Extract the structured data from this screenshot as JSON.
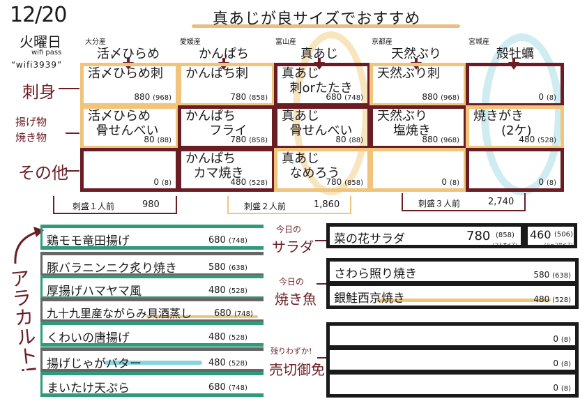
{
  "header": {
    "date": "12/20",
    "weekday": "火曜日",
    "wifi_label": "wifi pass",
    "wifi_password": "“wifi3939”",
    "title": "真あじが良サイズでおすすめ"
  },
  "fish": [
    {
      "origin": "大分産",
      "name": "活〆ひらめ"
    },
    {
      "origin": "愛媛産",
      "name": "かんぱち"
    },
    {
      "origin": "富山産",
      "name": "真あじ"
    },
    {
      "origin": "京都産",
      "name": "天然ぶり"
    },
    {
      "origin": "宮城産",
      "name": "殻牡蠣"
    }
  ],
  "row_labels": {
    "sashimi": "刺身",
    "fried_grilled": "揚げ物\n焼き物",
    "other": "その他"
  },
  "grid": {
    "sashimi": [
      {
        "dish": "活〆ひらめ刺",
        "price": "880",
        "tax": "(968)"
      },
      {
        "dish": "かんぱち刺",
        "price": "780",
        "tax": "(858)"
      },
      {
        "dish": "真あじ\n  刺orたたき",
        "price": "680",
        "tax": "(748)"
      },
      {
        "dish": "天然ぶり刺",
        "price": "880",
        "tax": "(968)"
      },
      {
        "dish": "",
        "price": "0",
        "tax": "(8)"
      }
    ],
    "fried_grilled": [
      {
        "dish": "活〆ひらめ\n  骨せんべい",
        "price": "80",
        "tax": "(88)"
      },
      {
        "dish": "かんぱち\n      フライ",
        "price": "780",
        "tax": "(858)"
      },
      {
        "dish": "真あじ\n  骨せんべい",
        "price": "80",
        "tax": "(88)"
      },
      {
        "dish": "天然ぶり\n    塩焼き",
        "price": "880",
        "tax": "(968)"
      },
      {
        "dish": "焼きがき\n       (2ケ)",
        "price": "480",
        "tax": "(528)"
      }
    ],
    "other": [
      {
        "dish": "",
        "price": "0",
        "tax": "(8)"
      },
      {
        "dish": "かんぱち\n  カマ焼き",
        "price": "480",
        "tax": "(528)"
      },
      {
        "dish": "真あじ\n  なめろう",
        "price": "780",
        "tax": "(858)"
      },
      {
        "dish": "",
        "price": "0",
        "tax": "(8)"
      },
      {
        "dish": "",
        "price": "0",
        "tax": "(8)"
      }
    ]
  },
  "platters": [
    {
      "label": "刺盛１人前",
      "price": "980"
    },
    {
      "label": "刺盛２人前",
      "price": "1,860"
    },
    {
      "label": "刺盛３人前",
      "price": "2,740"
    }
  ],
  "alacarte": {
    "label": "アラカルト!",
    "items": [
      {
        "name": "鶏モモ竜田揚げ",
        "price": "680",
        "tax": "(748)"
      },
      {
        "name": "豚バラニンニク炙り焼き",
        "price": "580",
        "tax": "(638)"
      },
      {
        "name": "厚揚げハマヤマ風",
        "price": "480",
        "tax": "(528)"
      },
      {
        "name": "九十九里産ながらみ貝酒蒸し",
        "price": "680",
        "tax": "(748)"
      },
      {
        "name": "くわいの唐揚げ",
        "price": "480",
        "tax": "(528)"
      },
      {
        "name": "揚げじゃがバター",
        "price": "480",
        "tax": "(528)"
      },
      {
        "name": "まいたけ天ぷら",
        "price": "680",
        "tax": "(748)"
      }
    ]
  },
  "salad": {
    "label_small": "今日の",
    "label": "サラダ",
    "name": "菜の花サラダ",
    "full_price": "780",
    "full_tax": "(858)",
    "full_note": "(フルサイズ)",
    "half_price": "460",
    "half_tax": "(506)",
    "half_note": "(ハーフサイズ)"
  },
  "grilled_fish": {
    "label_small": "今日の",
    "label": "焼き魚",
    "items": [
      {
        "name": "さわら照り焼き",
        "price": "580",
        "tax": "(638)"
      },
      {
        "name": "銀鮭西京焼き",
        "price": "480",
        "tax": "(528)"
      }
    ]
  },
  "soldout": {
    "label_small": "残りわずか!",
    "label": "売切御免",
    "items": [
      {
        "name": "",
        "price": "0",
        "tax": "(8)"
      },
      {
        "name": "",
        "price": "0",
        "tax": "(8)"
      },
      {
        "name": "",
        "price": "0",
        "tax": "(8)"
      }
    ]
  },
  "colors": {
    "maroon": "#6b1d24",
    "gold": "#f0c47a",
    "green": "#2e9b7a",
    "gray": "#666666",
    "aqua": "#bfe6ec"
  }
}
